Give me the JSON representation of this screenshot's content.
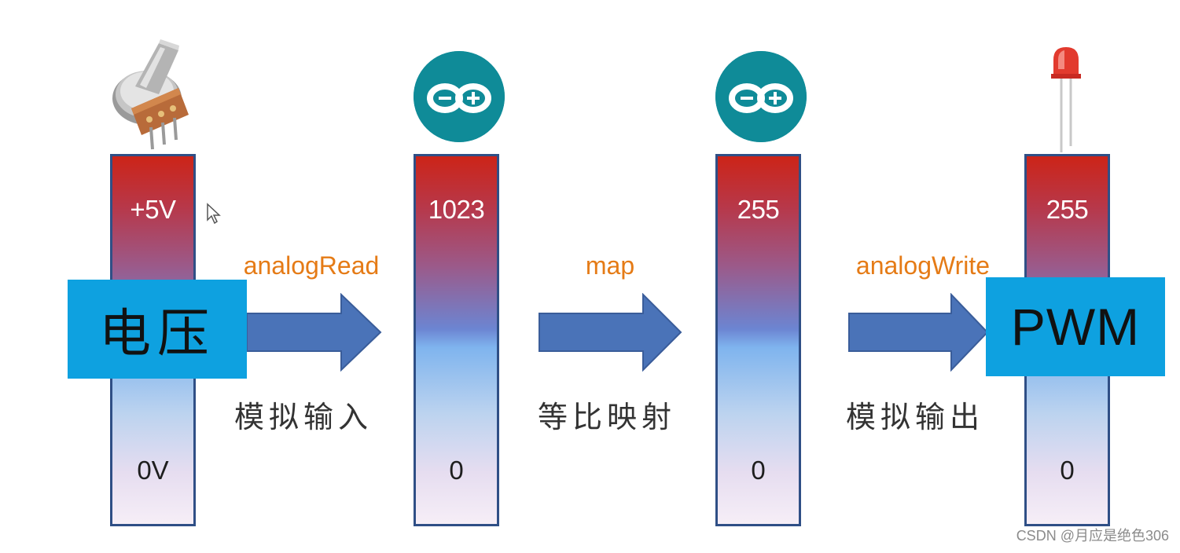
{
  "stages": [
    {
      "top": "+5V",
      "bottom": "0V",
      "icon": "potentiometer-icon"
    },
    {
      "top": "1023",
      "bottom": "0",
      "icon": "arduino-logo-icon"
    },
    {
      "top": "255",
      "bottom": "0",
      "icon": "arduino-logo-icon"
    },
    {
      "top": "255",
      "bottom": "0",
      "icon": "led-icon"
    }
  ],
  "steps": [
    {
      "function": "analogRead",
      "description": "模拟输入"
    },
    {
      "function": "map",
      "description": "等比映射"
    },
    {
      "function": "analogWrite",
      "description": "模拟输出"
    }
  ],
  "boxes": {
    "voltage": "电压",
    "pwm": "PWM"
  },
  "colors": {
    "bar_top": "#cc2418",
    "bar_mid": "#7fb4ee",
    "bar_bottom": "#f6eef7",
    "bar_border": "#2f4f86",
    "arrow": "#4a73b8",
    "function_label": "#e57b16",
    "box": "#0ea1e0",
    "arduino": "#0f8b98"
  },
  "watermark": "CSDN @月应是绝色306"
}
